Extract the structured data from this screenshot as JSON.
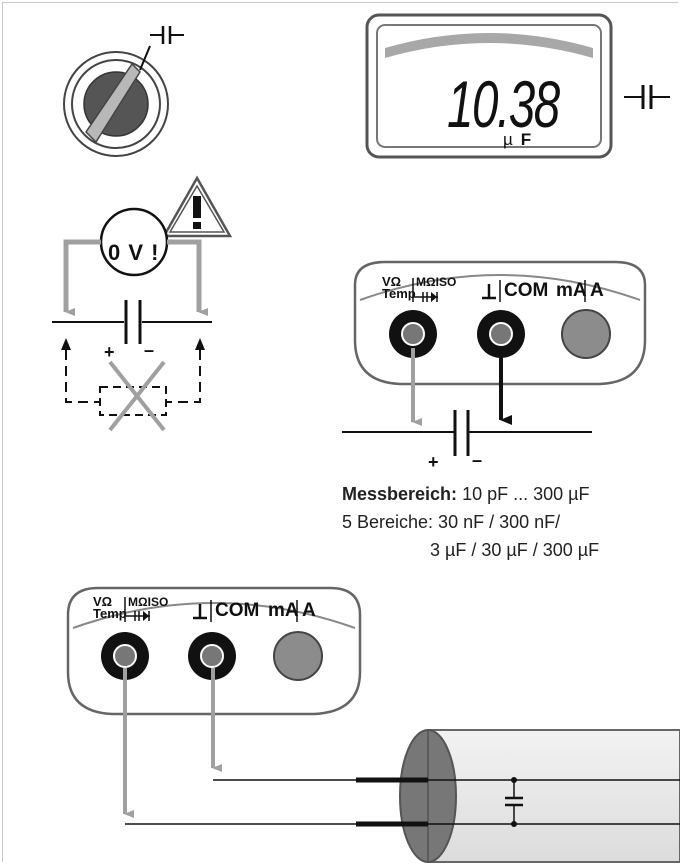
{
  "display": {
    "reading": "10.38",
    "unit_prefix": "µ",
    "unit": "F"
  },
  "voltmeter": {
    "label": "0 V !"
  },
  "sockets": {
    "socket1_line1": "VΩ",
    "socket1_line2": "Temp",
    "socket1_line3": "MΩISO",
    "com_label": "COM",
    "ma_label": "mA",
    "a_label": "A"
  },
  "polarity": {
    "plus": "+",
    "minus": "–"
  },
  "range": {
    "title": "Messbereich:",
    "value": " 10 pF ... 300 µF",
    "line2": "5 Bereiche: 30 nF / 300 nF/",
    "line3": "3 µF / 30 µF / 300 µF"
  },
  "colors": {
    "grey_arrow": "#a0a0a0",
    "dark": "#111111",
    "socket_grey": "#8c8c8c",
    "cable_grey": "#e8e8e8"
  }
}
